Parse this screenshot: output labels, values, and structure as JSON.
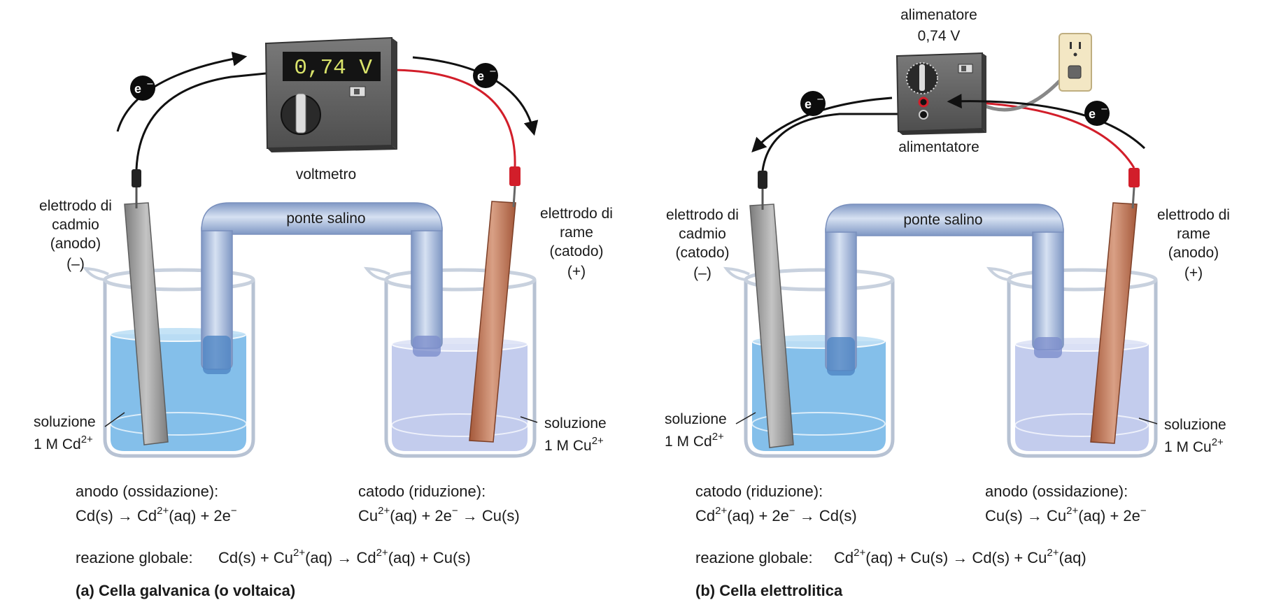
{
  "panel_a": {
    "voltmeter_display": "0,74 V",
    "voltmeter_label": "voltmetro",
    "salt_bridge": "ponte salino",
    "electron": "e",
    "electron_charge": "−",
    "left_electrode": [
      "elettrodo di",
      "cadmio",
      "(anodo)",
      "(–)"
    ],
    "right_electrode": [
      "elettrodo di",
      "rame",
      "(catodo)",
      "(+)"
    ],
    "left_solution": {
      "line1": "soluzione",
      "line2_pre": "1 M Cd",
      "line2_sup": "2+"
    },
    "right_solution": {
      "line1": "soluzione",
      "line2_pre": "1 M Cu",
      "line2_sup": "2+"
    },
    "left_half": {
      "title": "anodo (ossidazione):",
      "pre": "Cd(s) → Cd",
      "sup": "2+",
      "post": "(aq) + 2e",
      "sup2": "−"
    },
    "right_half": {
      "title": "catodo (riduzione):",
      "pre": "Cu",
      "sup": "2+",
      "mid": "(aq) + 2e",
      "sup2": "−",
      "post": " → Cu(s)"
    },
    "overall": {
      "label": "reazione globale:",
      "p1": "Cd(s) + Cu",
      "s1": "2+",
      "p2": "(aq) → Cd",
      "s2": "2+",
      "p3": "(aq) + Cu(s)"
    },
    "caption": "(a) Cella galvanica (o voltaica)"
  },
  "panel_b": {
    "supply_title": "alimenatore",
    "supply_value": "0,74 V",
    "supply_label": "alimentatore",
    "salt_bridge": "ponte salino",
    "electron": "e",
    "electron_charge": "−",
    "left_electrode": [
      "elettrodo di",
      "cadmio",
      "(catodo)",
      "(–)"
    ],
    "right_electrode": [
      "elettrodo di",
      "rame",
      "(anodo)",
      "(+)"
    ],
    "left_solution": {
      "line1": "soluzione",
      "line2_pre": "1 M Cd",
      "line2_sup": "2+"
    },
    "right_solution": {
      "line1": "soluzione",
      "line2_pre": "1 M Cu",
      "line2_sup": "2+"
    },
    "left_half": {
      "title": "catodo (riduzione):",
      "pre": "Cd",
      "sup": "2+",
      "mid": "(aq) + 2e",
      "sup2": "−",
      "post": " → Cd(s)"
    },
    "right_half": {
      "title": "anodo (ossidazione):",
      "pre": "Cu(s) → Cu",
      "sup": "2+",
      "post": "(aq) + 2e",
      "sup2": "−"
    },
    "overall": {
      "label": "reazione globale:",
      "p0": "Cd",
      "s0": "2+",
      "p1": "(aq) + Cu(s) → Cd(s) + Cu",
      "s1": "2+",
      "p2": "(aq)"
    },
    "caption": "(b) Cella elettrolitica"
  },
  "colors": {
    "cd_solution": "#6fb4e6",
    "cu_solution": "#b9c3ea",
    "copper": "#b9714e",
    "cadmium": "#9a9a9a",
    "wire_red": "#d21e2a",
    "bridge": "#a9bedd"
  }
}
